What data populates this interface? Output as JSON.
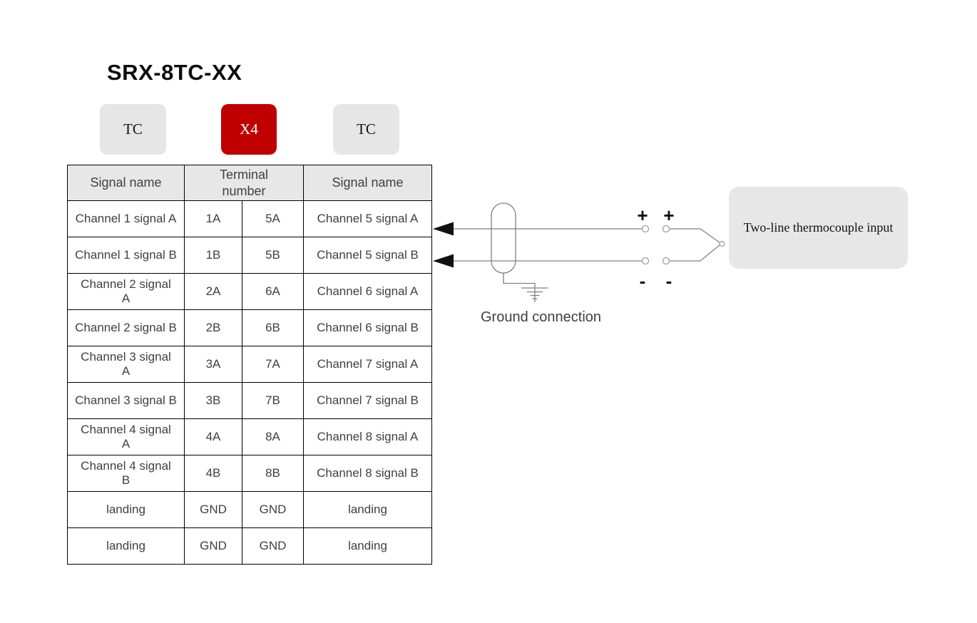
{
  "title": "SRX-8TC-XX",
  "chips": {
    "left": "TC",
    "center": "X4",
    "right": "TC"
  },
  "table": {
    "header": {
      "signal_left": "Signal name",
      "terminal": "Terminal\nnumber",
      "signal_right": "Signal name"
    },
    "rows": [
      [
        "Channel 1 signal A",
        "1A",
        "5A",
        "Channel 5 signal A"
      ],
      [
        "Channel 1 signal B",
        "1B",
        "5B",
        "Channel 5 signal B"
      ],
      [
        "Channel 2 signal\nA",
        "2A",
        "6A",
        "Channel 6 signal A"
      ],
      [
        "Channel 2 signal B",
        "2B",
        "6B",
        "Channel 6 signal B"
      ],
      [
        "Channel 3 signal\nA",
        "3A",
        "7A",
        "Channel 7 signal A"
      ],
      [
        "Channel 3 signal B",
        "3B",
        "7B",
        "Channel 7 signal B"
      ],
      [
        "Channel 4 signal\nA",
        "4A",
        "8A",
        "Channel 8 signal A"
      ],
      [
        "Channel 4 signal\nB",
        "4B",
        "8B",
        "Channel 8 signal B"
      ],
      [
        "landing",
        "GND",
        "GND",
        "landing"
      ],
      [
        "landing",
        "GND",
        "GND",
        "landing"
      ]
    ]
  },
  "diagram": {
    "plus": "+",
    "minus": "-",
    "ground_label": "Ground connection",
    "thermocouple_label": "Two-line thermocouple input"
  },
  "colors": {
    "accent_red": "#C00000",
    "chip_gray": "#E6E6E6",
    "header_gray": "#E7E7E7",
    "wire_gray": "#808080",
    "text_gray": "#404040"
  }
}
